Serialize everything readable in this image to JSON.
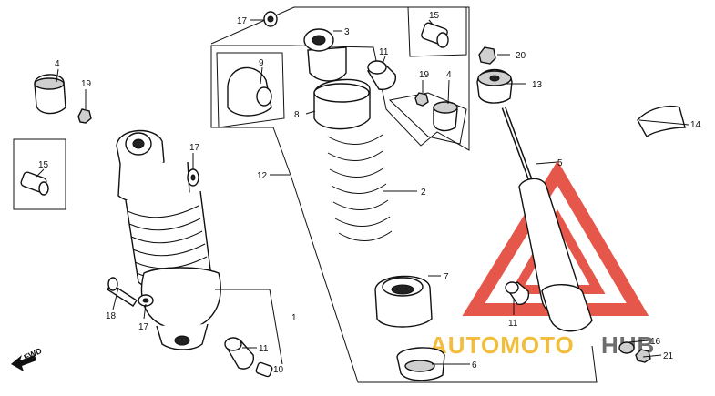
{
  "diagram": {
    "part_labels": {
      "p1": "1",
      "p2": "2",
      "p3": "3",
      "p4a": "4",
      "p4b": "4",
      "p5": "5",
      "p6": "6",
      "p7": "7",
      "p8": "8",
      "p9": "9",
      "p10": "10",
      "p11a": "11",
      "p11b": "11",
      "p11c": "11",
      "p12": "12",
      "p13": "13",
      "p14": "14",
      "p15a": "15",
      "p15b": "15",
      "p16": "16",
      "p17a": "17",
      "p17b": "17",
      "p17c": "17",
      "p18": "18",
      "p19a": "19",
      "p19b": "19",
      "p20": "20",
      "p21": "21"
    },
    "fwd_label": "FWD",
    "watermark": {
      "word1": "AUTOMOTO",
      "word2": "HUB",
      "color": "#e23a2c",
      "shadow": "#f2b21b"
    }
  }
}
